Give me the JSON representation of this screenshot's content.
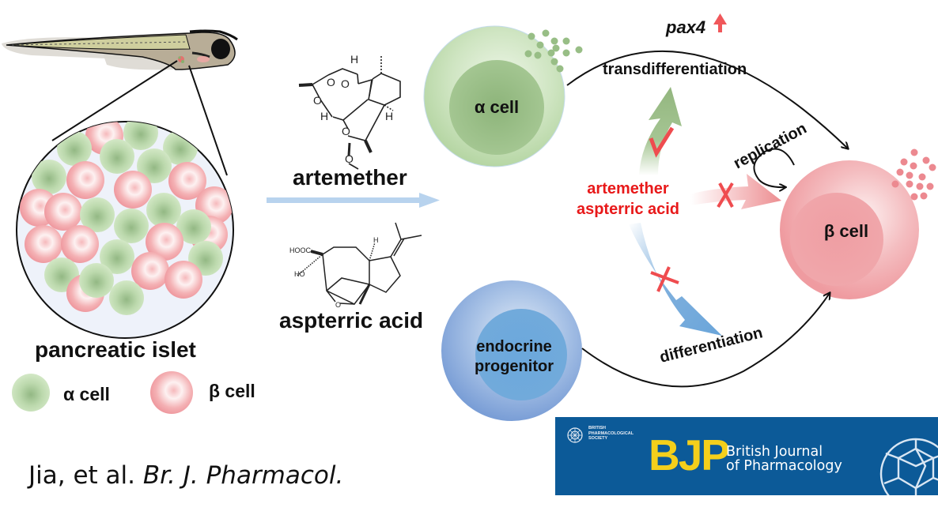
{
  "figure": {
    "left_panel": {
      "organism": "zebrafish larva",
      "islet_label": "pancreatic islet",
      "legend": [
        {
          "label": "α cell",
          "color": "#a9cf98"
        },
        {
          "label": "β cell",
          "color": "#f19ea2"
        }
      ]
    },
    "compounds": {
      "compound1": {
        "name": "artemether",
        "structure_atoms": [
          "O",
          "O",
          "O",
          "O",
          "O",
          "H",
          "H",
          "H"
        ]
      },
      "compound2": {
        "name": "aspterric acid",
        "structure_atoms": [
          "HOOC",
          "HO",
          "H",
          "O"
        ]
      }
    },
    "cells": {
      "alpha": "α cell",
      "beta": "β cell",
      "progenitor_line1": "endocrine",
      "progenitor_line2": "progenitor"
    },
    "pathways": {
      "transdifferentiation": "transdifferentiation",
      "gene": "pax4",
      "gene_change": "up",
      "replication": "replication",
      "differentiation": "differentiation",
      "center_line1": "artemether",
      "center_line2": "aspterric acid",
      "transdifferentiation_effect": "promoted (✓)",
      "replication_effect": "no effect (✗)",
      "differentiation_effect": "no effect (✗)"
    },
    "colors": {
      "alpha_green": "#9bbf87",
      "beta_pink": "#ef9296",
      "progenitor_blue": "#6fa6d9",
      "highlight_red": "#e8191a",
      "journal_blue": "#0c5a98",
      "journal_yellow": "#f4cf1b"
    }
  },
  "citation": {
    "authors": "Jia, et al.",
    "journal": "Br. J. Pharmacol."
  },
  "journal_banner": {
    "society": "BRITISH PHARMACOLOGICAL SOCIETY",
    "abbreviation": "BJP",
    "name_line1": "British Journal",
    "name_line2": "of Pharmacology"
  }
}
